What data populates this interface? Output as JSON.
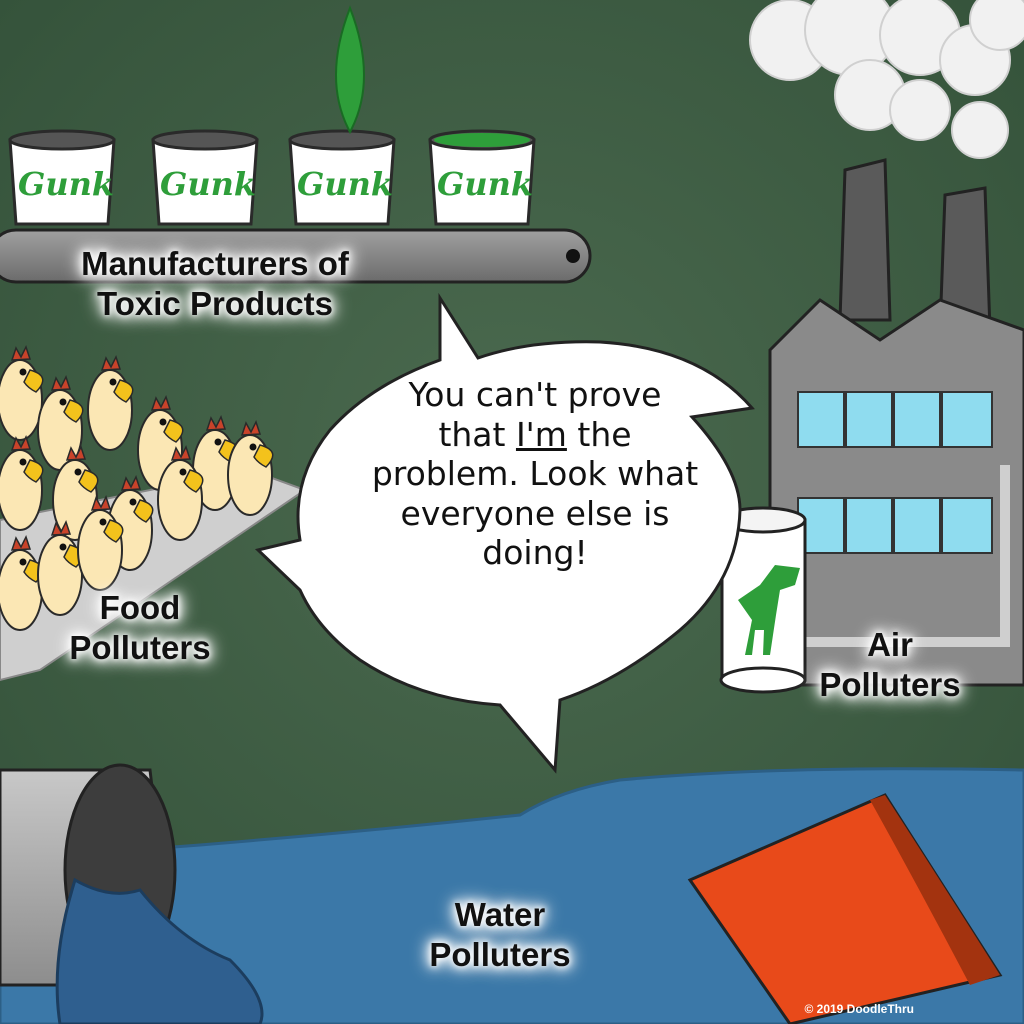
{
  "comic": {
    "speech": {
      "line1": "You can't prove",
      "line2_pre": "that ",
      "line2_emph": "I'm",
      "line2_post": " the",
      "line3": "problem. Look what",
      "line4": "everyone else is",
      "line5": "doing!"
    },
    "labels": {
      "manufacturers": [
        "Manufacturers of",
        "Toxic Products"
      ],
      "food": [
        "Food",
        "Polluters"
      ],
      "air": [
        "Air",
        "Polluters"
      ],
      "water": [
        "Water",
        "Polluters"
      ]
    },
    "bucket_brand": "Gunk",
    "copyright": "© 2019 DoodleThru",
    "colors": {
      "background": "#3f5e44",
      "gunk_green": "#2e9e3a",
      "water_blue": "#3b78a8",
      "bucket_red": "#e84a1a",
      "factory_gray": "#8a8a8a",
      "window_cyan": "#8fdcef"
    }
  }
}
